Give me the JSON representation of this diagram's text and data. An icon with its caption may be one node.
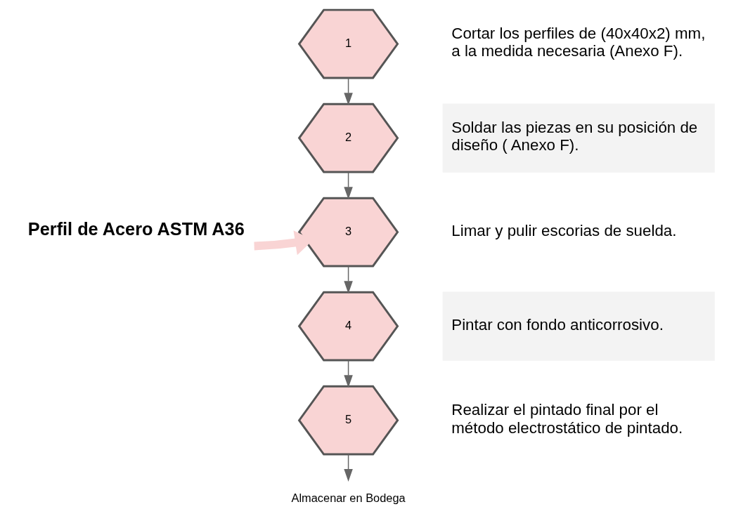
{
  "diagram": {
    "nodes": [
      {
        "text": [
          "1"
        ],
        "beside": [
          "Cortar los perfiles de (40x40x2) mm, a la medida necesaria (Anexo F)."
        ]
      },
      {
        "text": [
          "2"
        ],
        "beside": [
          "Soldar las piezas en su posición de diseño ( Anexo F)."
        ]
      },
      {
        "text": [
          "3"
        ],
        "beside": [
          "Limar y pulir escorias de suelda."
        ]
      },
      {
        "text": [
          "4"
        ],
        "beside": [
          "Pintar con fondo anticorrosivo."
        ]
      },
      {
        "text": [
          "5"
        ],
        "beside": [
          "Realizar el pintado final por el método electrostático de pintado."
        ]
      },
      {
        "text": [
          "Almacenar en Bodega"
        ]
      },
      {
        "text": [
          "Perfil de Acero ASTM A36"
        ]
      }
    ],
    "edges": [
      {
        "from": 0,
        "to": 1,
        "arrow": "to"
      },
      {
        "from": 1,
        "to": 2,
        "arrow": "to"
      },
      {
        "from": 2,
        "to": 3,
        "arrow": "to"
      },
      {
        "from": 3,
        "to": 4,
        "arrow": "to"
      },
      {
        "from": 4,
        "to": 5,
        "arrow": "to"
      },
      {
        "from": 6,
        "to": 2,
        "arrow": "to",
        "style": "thick",
        "color": "#f9d4d4"
      }
    ]
  }
}
